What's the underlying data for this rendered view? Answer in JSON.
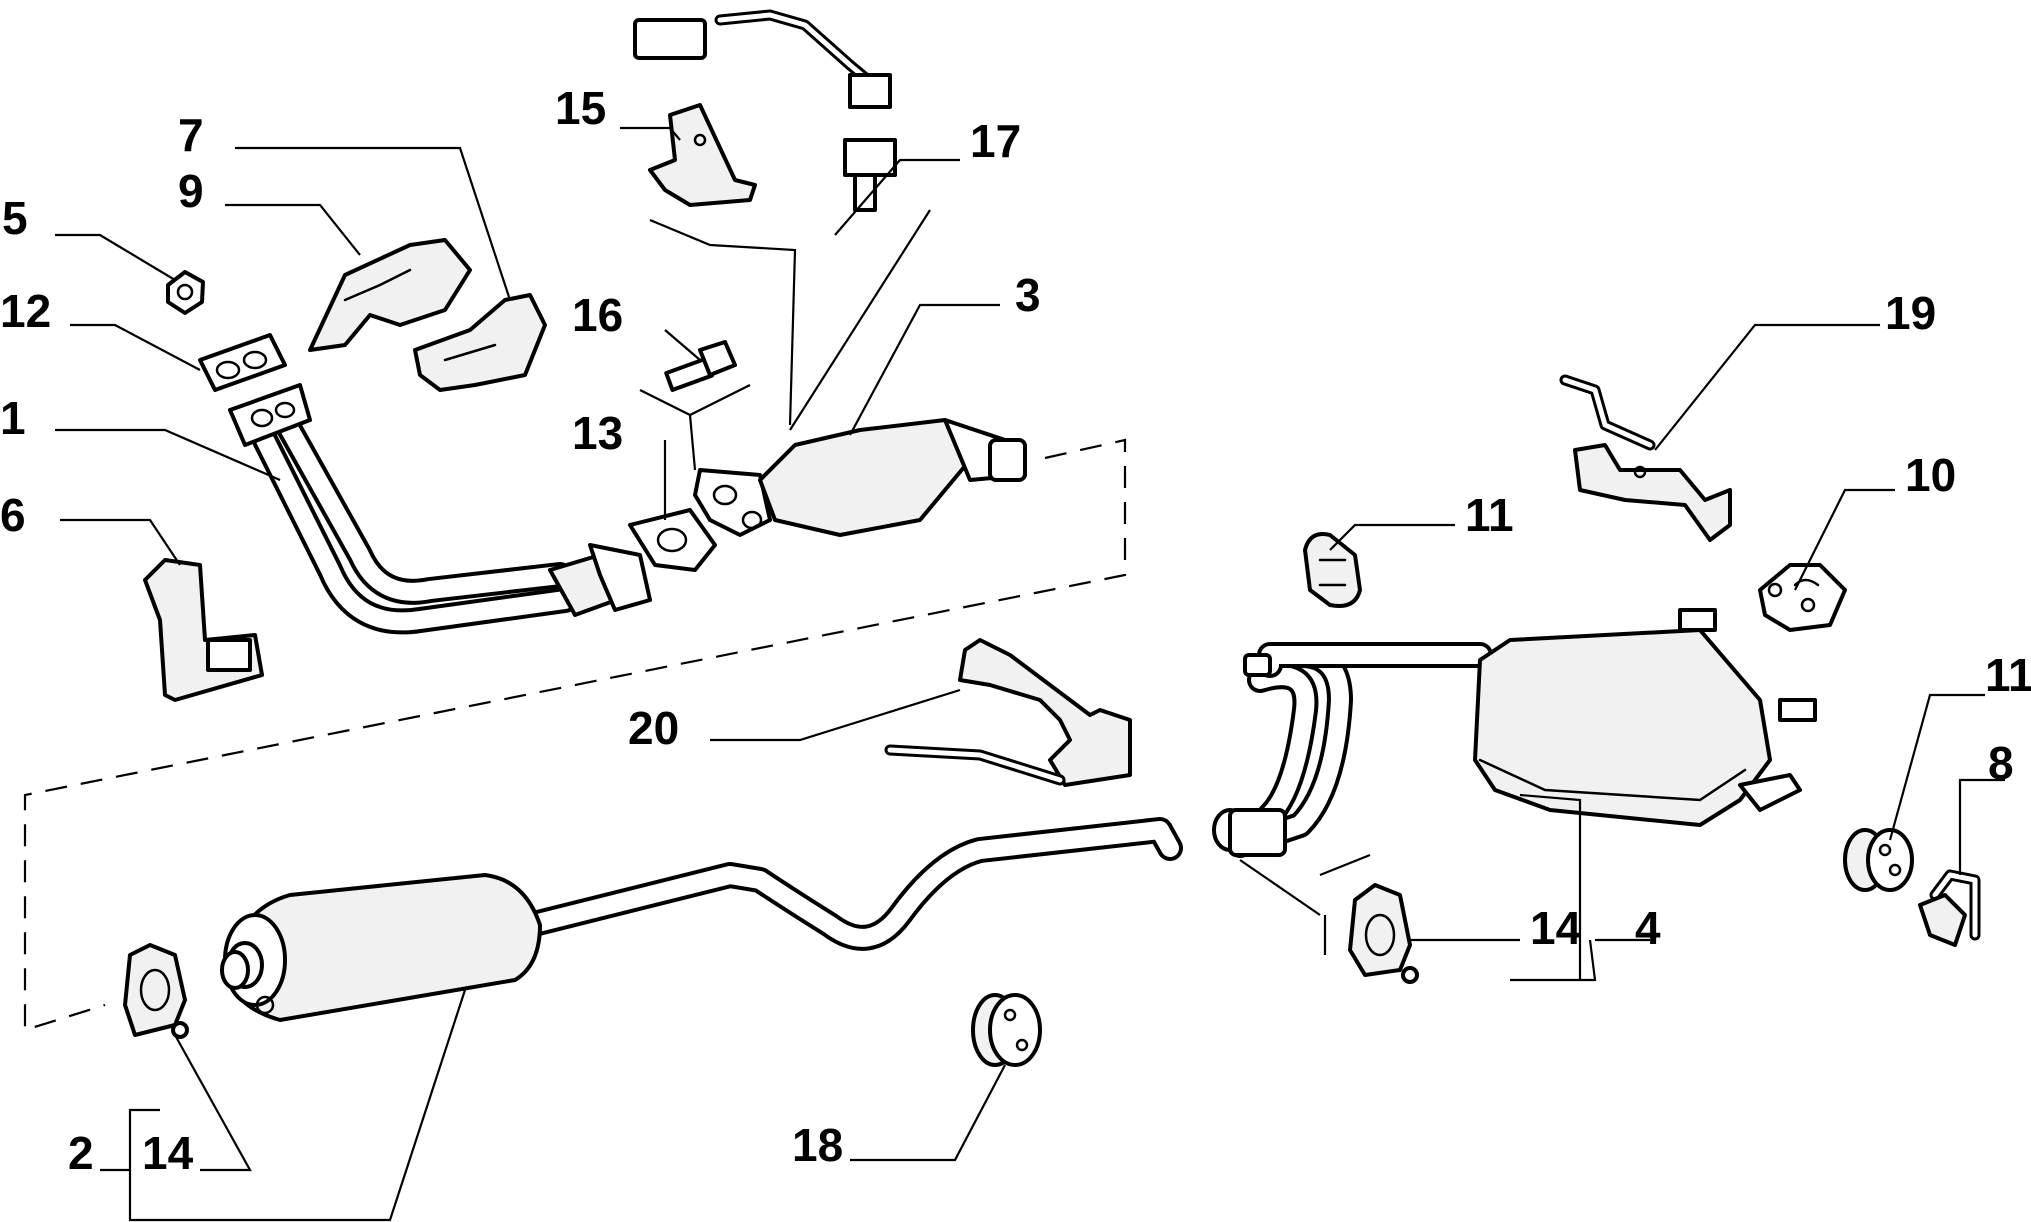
{
  "callouts": [
    {
      "id": "1",
      "label": "1"
    },
    {
      "id": "2",
      "label": "2"
    },
    {
      "id": "3",
      "label": "3"
    },
    {
      "id": "4",
      "label": "4"
    },
    {
      "id": "5",
      "label": "5"
    },
    {
      "id": "6",
      "label": "6"
    },
    {
      "id": "7",
      "label": "7"
    },
    {
      "id": "8",
      "label": "8"
    },
    {
      "id": "9",
      "label": "9"
    },
    {
      "id": "10",
      "label": "10"
    },
    {
      "id": "11a",
      "label": "11"
    },
    {
      "id": "11b",
      "label": "11"
    },
    {
      "id": "12",
      "label": "12"
    },
    {
      "id": "13",
      "label": "13"
    },
    {
      "id": "14a",
      "label": "14"
    },
    {
      "id": "14b",
      "label": "14"
    },
    {
      "id": "15",
      "label": "15"
    },
    {
      "id": "16",
      "label": "16"
    },
    {
      "id": "17",
      "label": "17"
    },
    {
      "id": "18",
      "label": "18"
    },
    {
      "id": "19",
      "label": "19"
    },
    {
      "id": "20",
      "label": "20"
    }
  ]
}
